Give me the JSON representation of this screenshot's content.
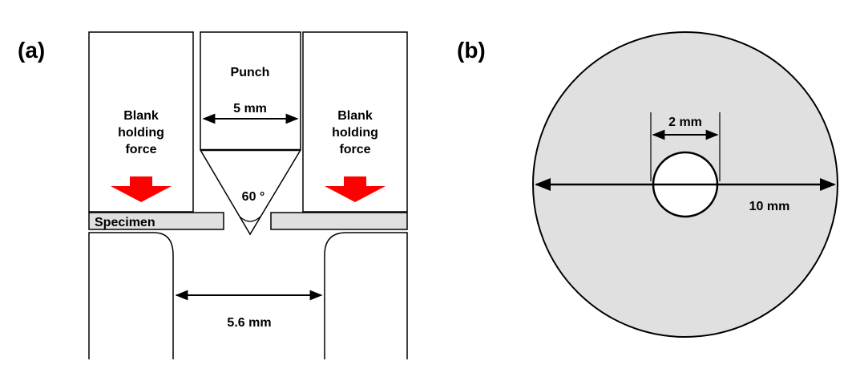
{
  "panels": {
    "a": {
      "label": "(a)",
      "punch_label": "Punch",
      "punch_width": "5 mm",
      "angle": "60 °",
      "left_force": [
        "Blank",
        "holding",
        "force"
      ],
      "right_force": [
        "Blank",
        "holding",
        "force"
      ],
      "specimen_label": "Specimen",
      "die_gap": "5.6 mm"
    },
    "b": {
      "label": "(b)",
      "hole_diameter": "2 mm",
      "outer_diameter": "10 mm"
    }
  },
  "colors": {
    "arrow": "#ff0000",
    "specimen_fill": "#e0e0e0",
    "outline": "#000000"
  }
}
